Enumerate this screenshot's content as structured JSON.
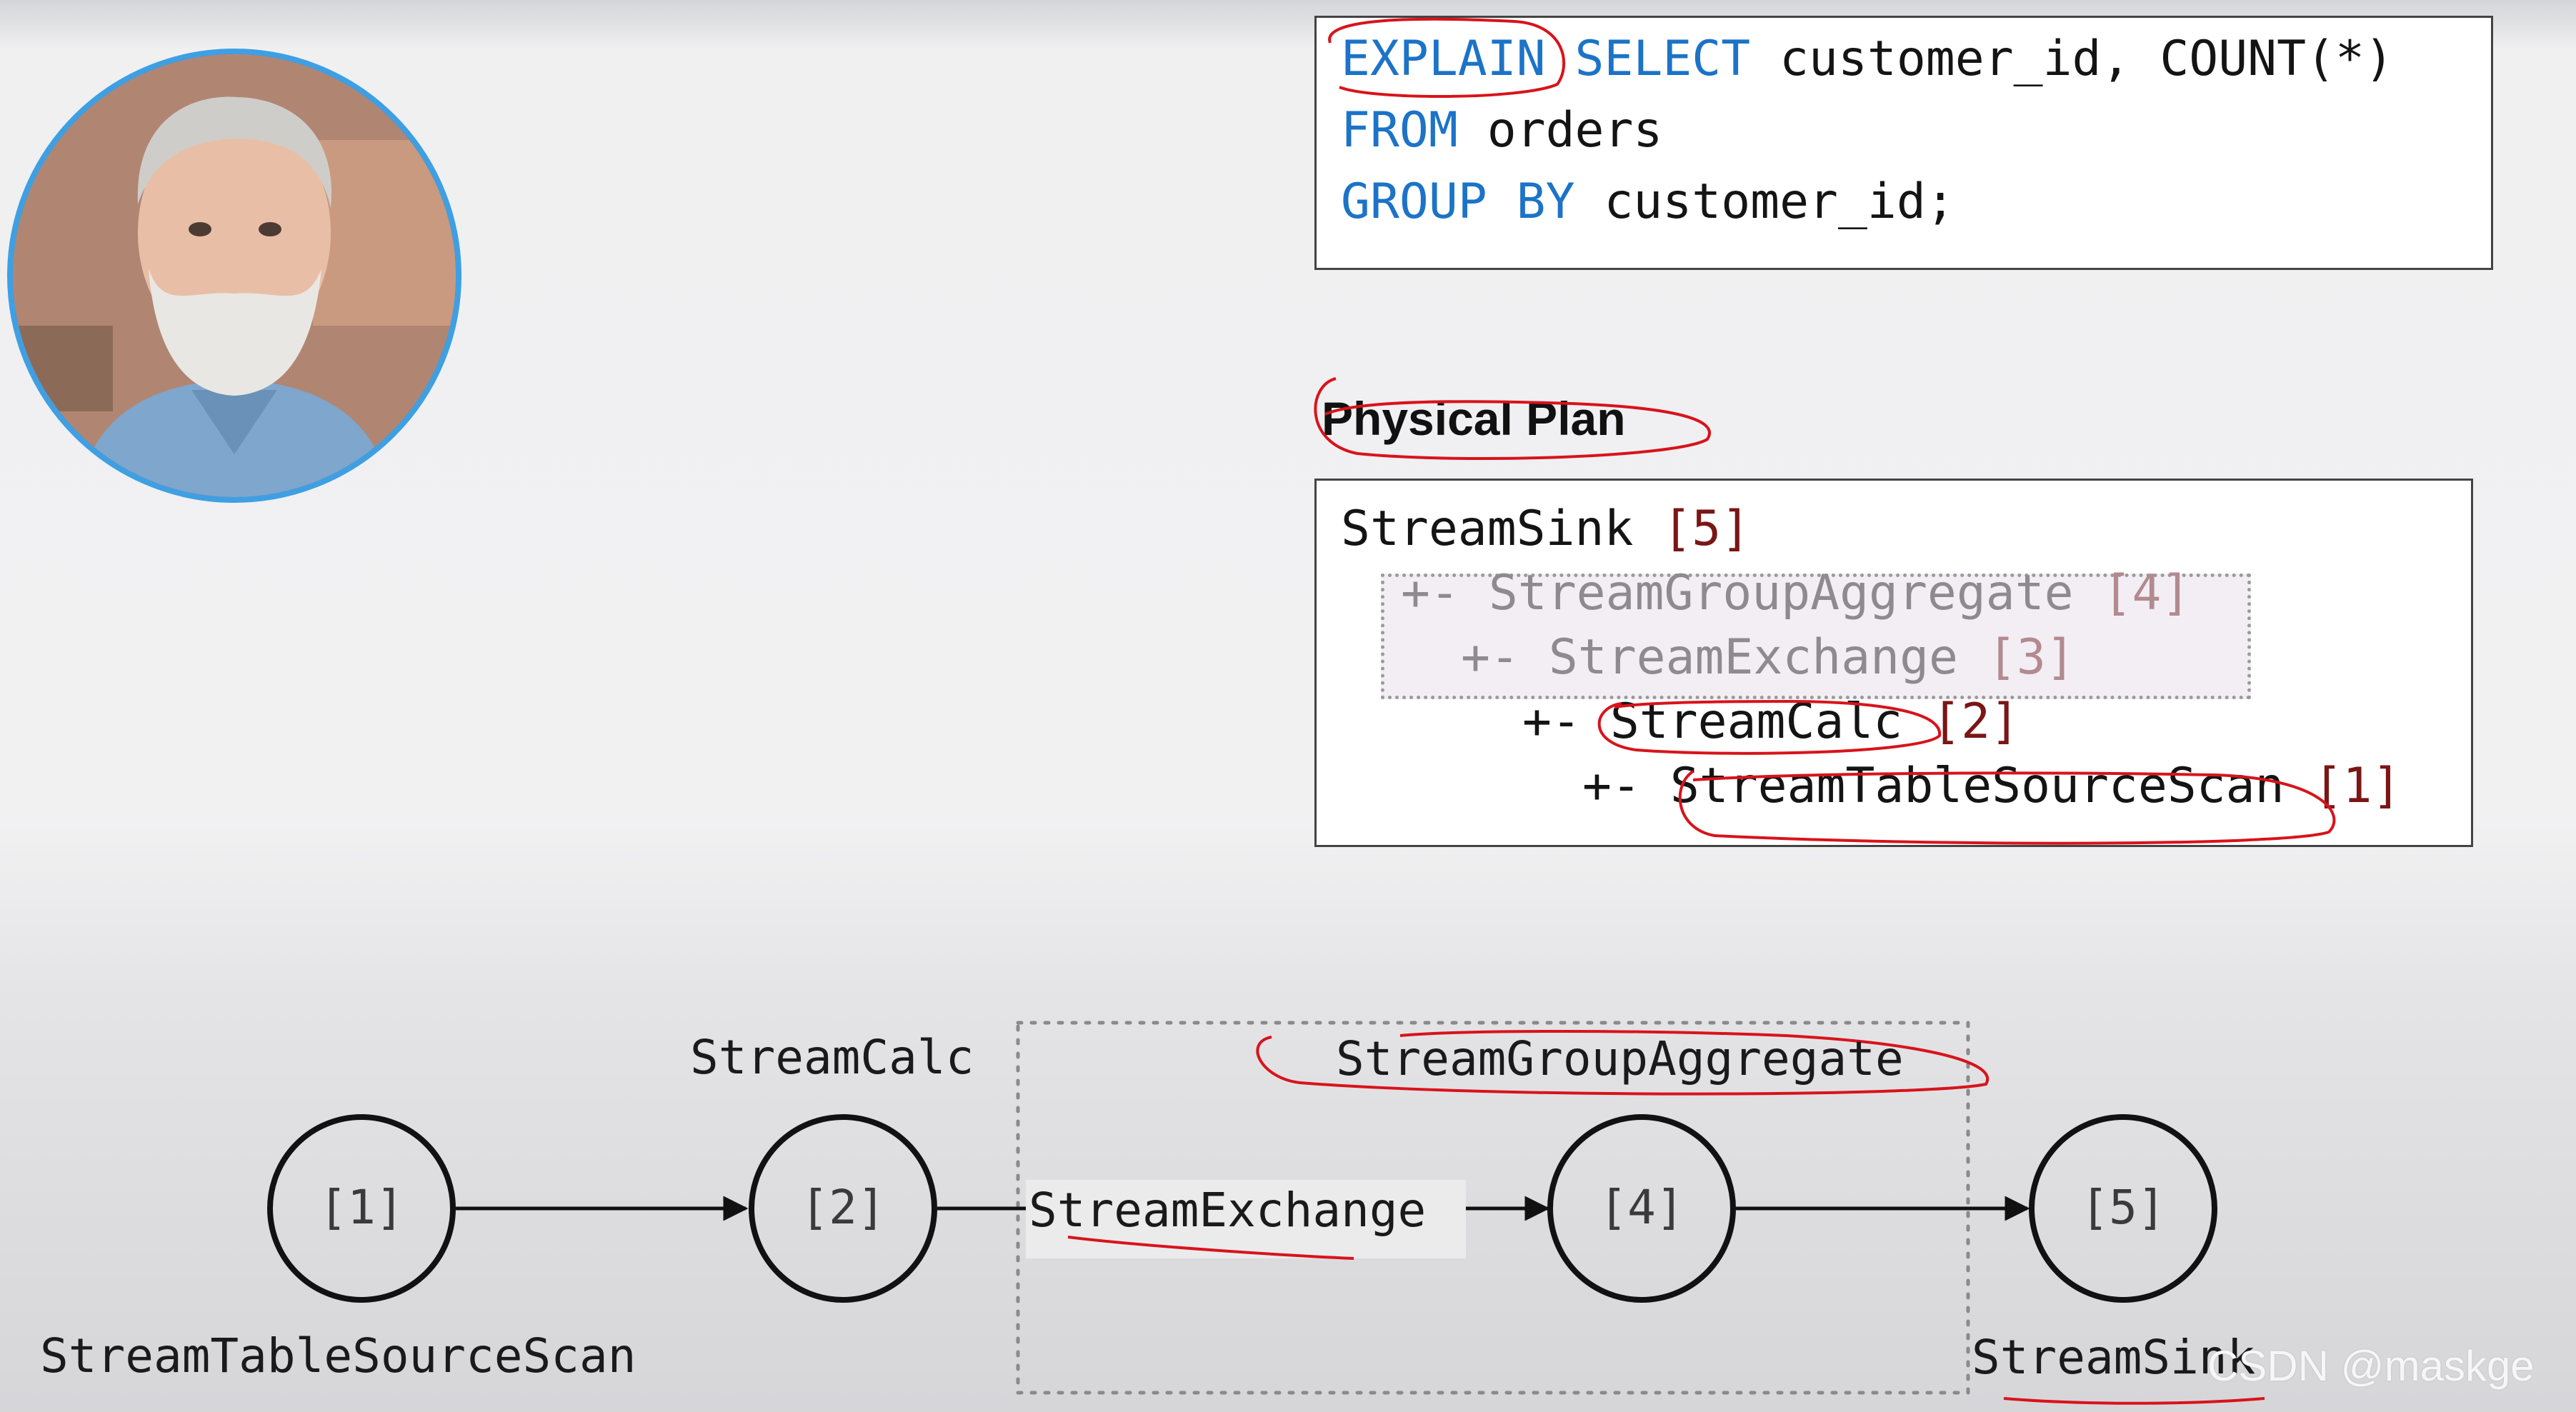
{
  "presenter": {
    "avatar_icon": "presenter-avatar-icon"
  },
  "sql": {
    "lines": [
      {
        "kw1": "EXPLAIN",
        "kw2": "SELECT",
        "rest": " customer_id, COUNT(*)"
      },
      {
        "kw1": "FROM",
        "rest": " orders"
      },
      {
        "kw1": "GROUP BY",
        "rest": " customer_id;"
      }
    ],
    "keyword_color": "#1c73c7"
  },
  "physical_plan": {
    "heading": "Physical Plan",
    "lines": [
      {
        "prefix": "",
        "name": "StreamSink",
        "index": "[5]"
      },
      {
        "prefix": "+- ",
        "name": "StreamGroupAggregate",
        "index": "[4]"
      },
      {
        "prefix": "+- ",
        "name": "StreamExchange",
        "index": "[3]"
      },
      {
        "prefix": "+- ",
        "name": "StreamCalc",
        "index": "[2]"
      },
      {
        "prefix": "+- ",
        "name": "StreamTableSourceScan",
        "index": "[1]"
      }
    ]
  },
  "diagram": {
    "nodes": [
      {
        "id": "[1]",
        "label": "StreamTableSourceScan"
      },
      {
        "id": "[2]",
        "label": "StreamCalc"
      },
      {
        "id": "[4]",
        "label": "StreamGroupAggregate"
      },
      {
        "id": "[5]",
        "label": "StreamSink"
      }
    ],
    "edge_label": "StreamExchange"
  },
  "watermark": "CSDN @maskge",
  "annotation_color": "#d8131b"
}
